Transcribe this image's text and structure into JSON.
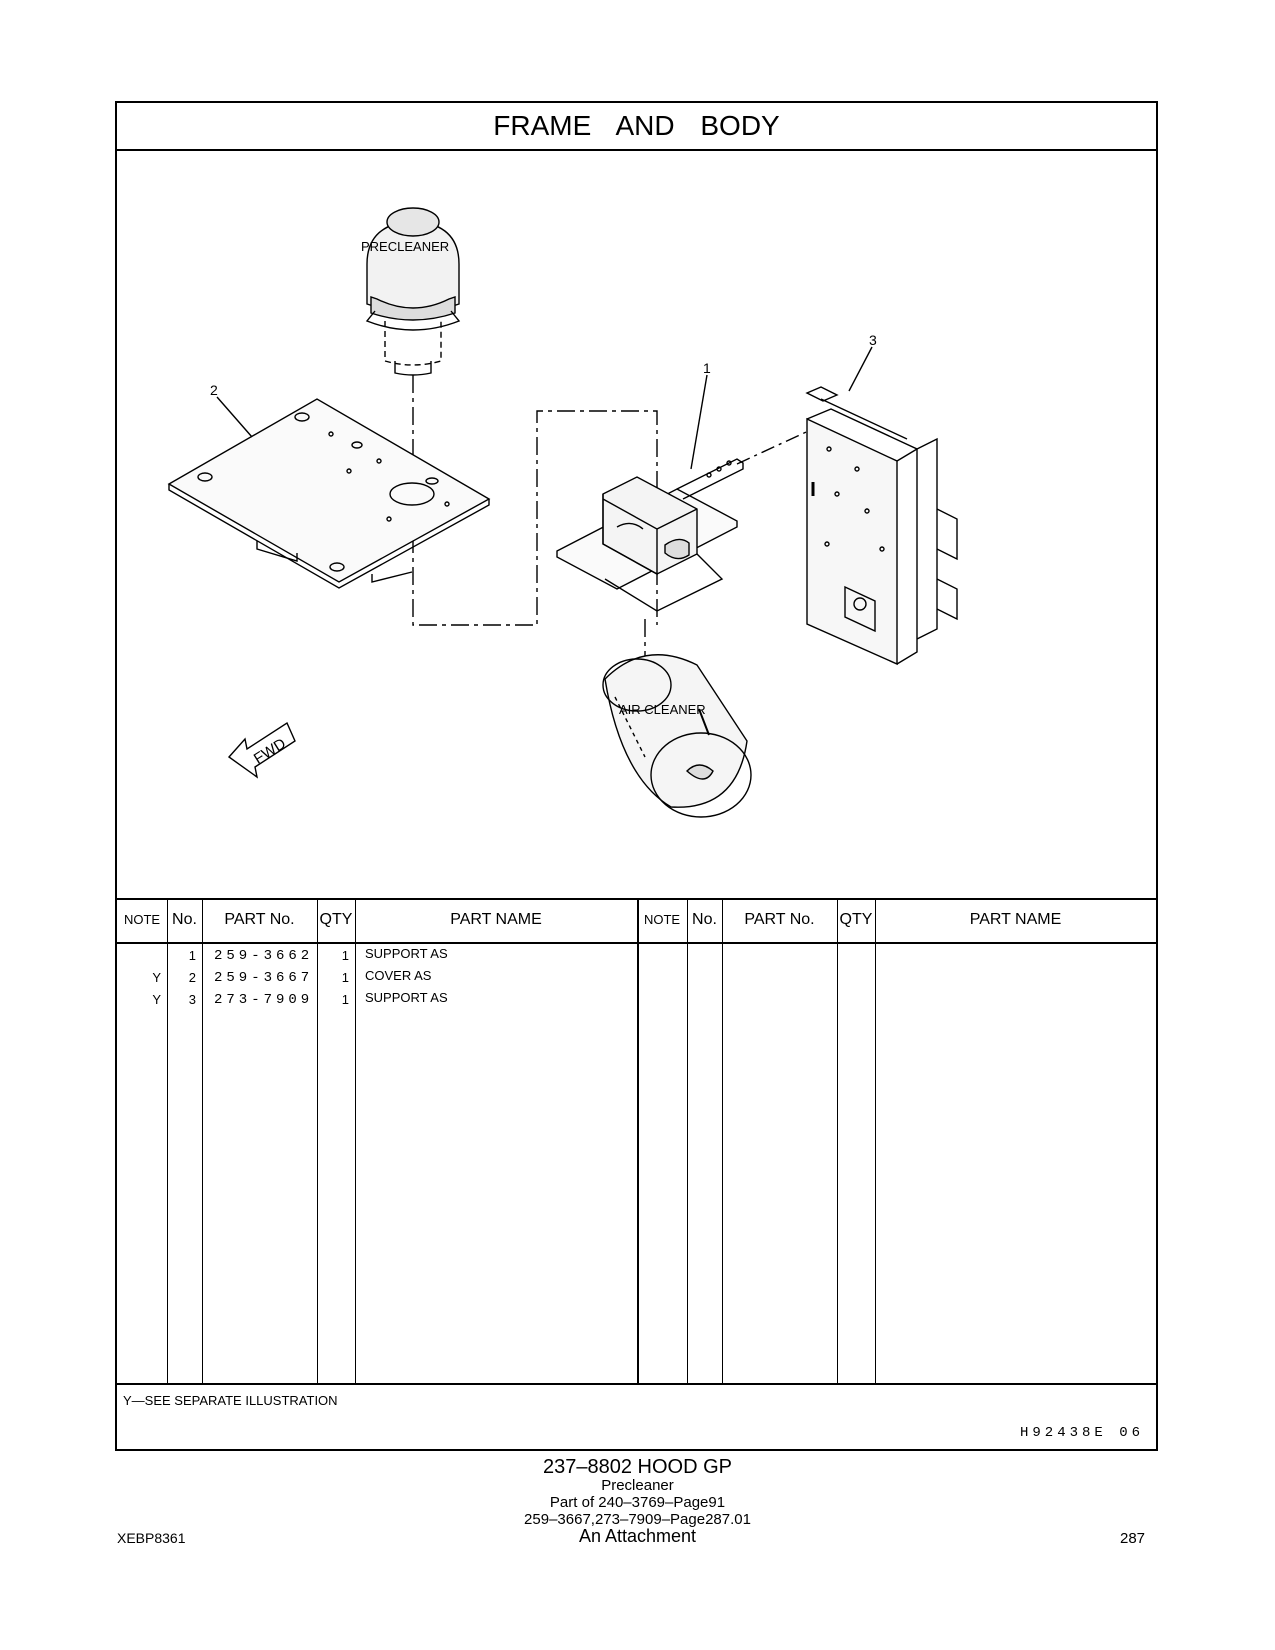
{
  "title": "FRAME AND BODY",
  "illustration": {
    "labels": {
      "precleaner": "PRECLEANER",
      "air_cleaner": "AIR CLEANER",
      "fwd": "FWD"
    },
    "callouts": [
      "1",
      "2",
      "3"
    ]
  },
  "table": {
    "headers": [
      "NOTE",
      "No.",
      "PART No.",
      "QTY",
      "PART NAME"
    ],
    "rows": [
      {
        "note": "",
        "no": "1",
        "part_no": "259-3662",
        "qty": "1",
        "name": "SUPPORT AS"
      },
      {
        "note": "Y",
        "no": "2",
        "part_no": "259-3667",
        "qty": "1",
        "name": "COVER AS"
      },
      {
        "note": "Y",
        "no": "3",
        "part_no": "273-7909",
        "qty": "1",
        "name": "SUPPORT AS"
      }
    ],
    "footnote": "Y—SEE SEPARATE ILLUSTRATION",
    "illustration_code": "H92438E  06"
  },
  "caption": {
    "main": "237–8802  HOOD GP",
    "line1": "Precleaner",
    "line2": "Part of 240–3769–Page91",
    "line3": "259–3667,273–7909–Page287.01",
    "line4": "An Attachment"
  },
  "document_id": "XEBP8361",
  "page_number": "287"
}
